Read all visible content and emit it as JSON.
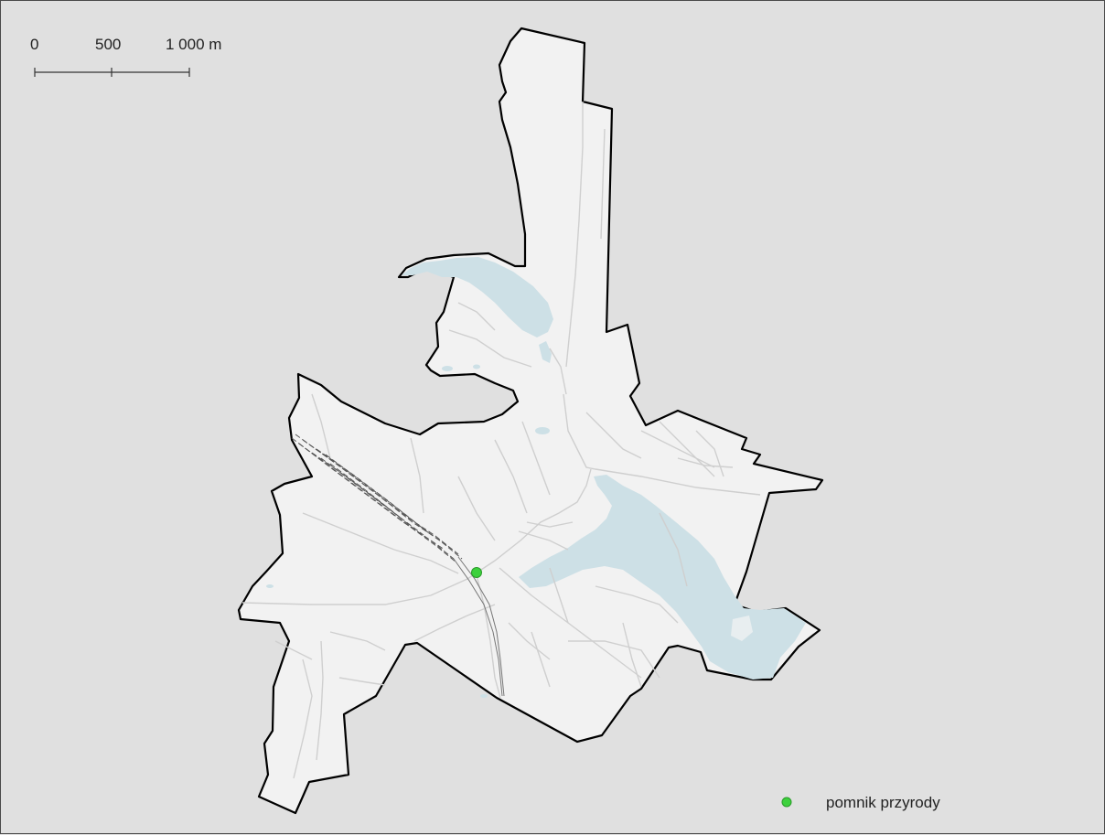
{
  "scale_bar": {
    "labels": [
      "0",
      "500",
      "1 000 m"
    ]
  },
  "legend": {
    "items": [
      {
        "label": "pomnik przyrody",
        "color": "#3dd13d"
      }
    ]
  },
  "colors": {
    "background": "#e0e0e0",
    "land": "#f2f2f2",
    "water": "#cde0e6",
    "boundary": "#000000",
    "roads": "#cfcfcf",
    "rail": "#555555",
    "poi": "#3dd13d"
  },
  "features": {
    "poi_count": 1
  }
}
